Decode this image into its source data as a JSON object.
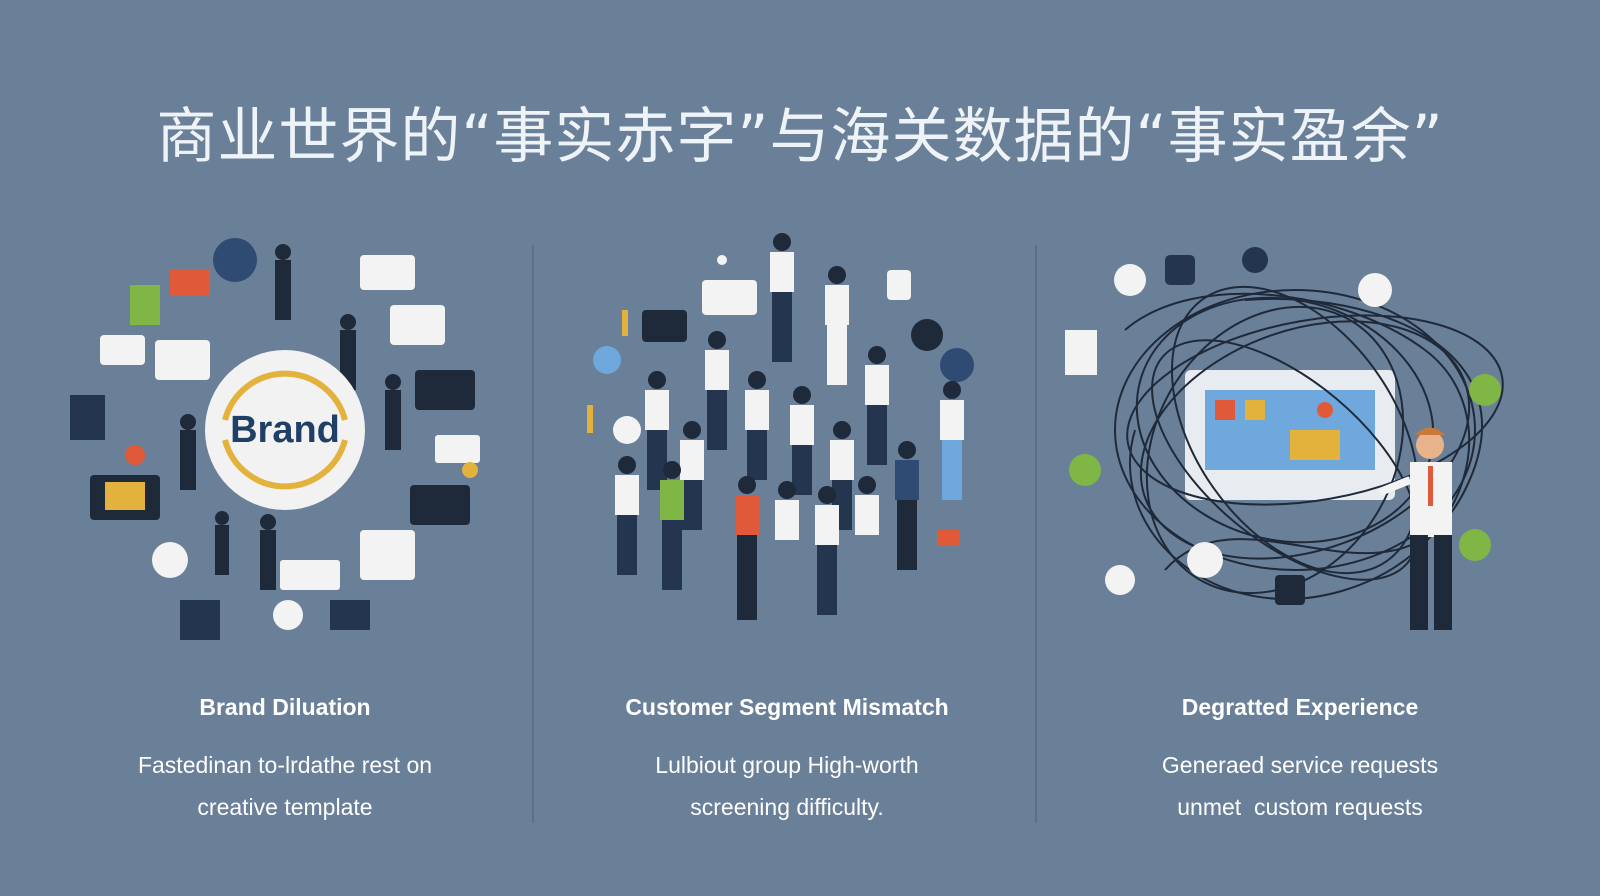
{
  "title": "商业世界的“事实赤字”与海关数据的“事实盈余”",
  "panels": [
    {
      "heading": "Brand Diluation",
      "desc_line1": "Fastedinan to-lrdathe rest on",
      "desc_line2": "creative template",
      "icon_text": "Brand"
    },
    {
      "heading": "Customer Segment Mismatch",
      "desc_line1": "Lulbiout group High-worth",
      "desc_line2": "screening difficulty."
    },
    {
      "heading": "Degratted Experience",
      "desc_line1": "Generaed service requests",
      "desc_line2": "unmet  custom requests"
    }
  ],
  "colors": {
    "background": "#6a7f98",
    "brand_text": "#1f3f66",
    "accent_green": "#7fb646",
    "accent_red": "#e05a3a",
    "accent_yellow": "#e3b23c"
  }
}
